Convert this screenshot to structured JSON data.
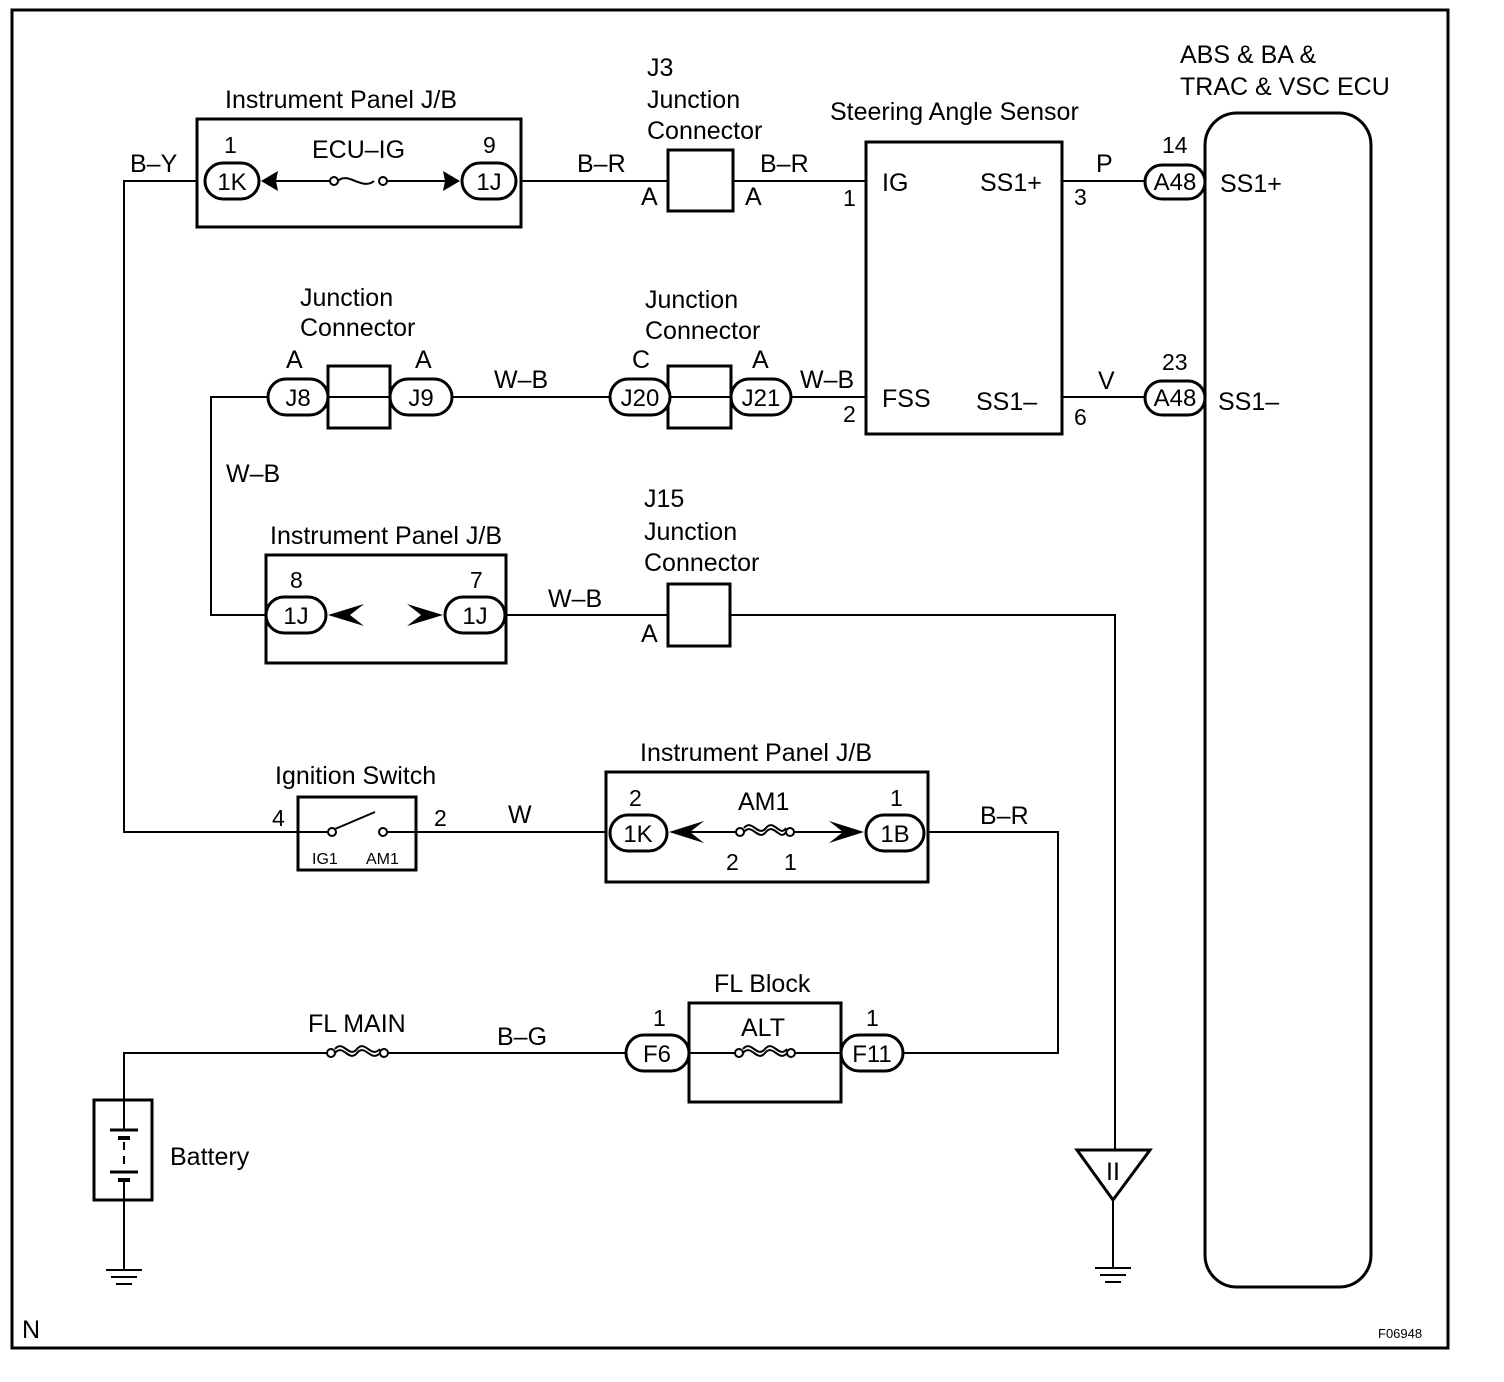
{
  "components": {
    "ip_jb_1": {
      "title": "Instrument Panel J/B",
      "fuse": "ECU–IG",
      "left_pin": "1",
      "left_conn": "1K",
      "right_pin": "9",
      "right_conn": "1J"
    },
    "j3": {
      "id": "J3",
      "title_line1": "Junction",
      "title_line2": "Connector",
      "left_pin": "A",
      "right_pin": "A"
    },
    "steering_sensor": {
      "title": "Steering Angle Sensor",
      "ig": "IG",
      "fss": "FSS",
      "ss1p": "SS1+",
      "ss1m": "SS1–",
      "pin_ig": "1",
      "pin_fss": "2",
      "pin_ss1p": "3",
      "pin_ss1m": "6"
    },
    "ecu": {
      "title_line1": "ABS & BA &",
      "title_line2": "TRAC & VSC ECU",
      "ss1p": "SS1+",
      "ss1m": "SS1–",
      "conn_top": "A48",
      "pin_top": "14",
      "conn_bottom": "A48",
      "pin_bottom": "23"
    },
    "jc_a": {
      "title_line1": "Junction",
      "title_line2": "Connector",
      "left_pin": "A",
      "left_conn": "J8",
      "right_pin": "A",
      "right_conn": "J9"
    },
    "jc_b": {
      "title_line1": "Junction",
      "title_line2": "Connector",
      "left_pin": "C",
      "left_conn": "J20",
      "right_pin": "A",
      "right_conn": "J21"
    },
    "ip_jb_2": {
      "title": "Instrument Panel J/B",
      "left_pin": "8",
      "left_conn": "1J",
      "right_pin": "7",
      "right_conn": "1J"
    },
    "j15": {
      "id": "J15",
      "title_line1": "Junction",
      "title_line2": "Connector",
      "pin": "A"
    },
    "ignition": {
      "title": "Ignition Switch",
      "left_pin": "4",
      "right_pin": "2",
      "left_term": "IG1",
      "right_term": "AM1"
    },
    "ip_jb_3": {
      "title": "Instrument Panel J/B",
      "fuse": "AM1",
      "left_pin": "2",
      "left_conn": "1K",
      "right_pin": "1",
      "right_conn": "1B",
      "fuse_pin_left": "2",
      "fuse_pin_right": "1"
    },
    "fl_block": {
      "title": "FL Block",
      "fuse": "ALT",
      "left_pin": "1",
      "left_conn": "F6",
      "right_pin": "1",
      "right_conn": "F11"
    },
    "fl_main": {
      "title": "FL MAIN"
    },
    "battery": {
      "label": "Battery"
    },
    "ground_label": "II"
  },
  "wires": {
    "b_y": "B–Y",
    "b_r_1": "B–R",
    "b_r_2": "B–R",
    "p": "P",
    "v": "V",
    "w_b_1": "W–B",
    "w_b_2": "W–B",
    "w_b_3": "W–B",
    "w_b_4": "W–B",
    "w": "W",
    "b_r_3": "B–R",
    "b_g": "B–G"
  },
  "footer": {
    "left": "N",
    "right": "F06948"
  }
}
